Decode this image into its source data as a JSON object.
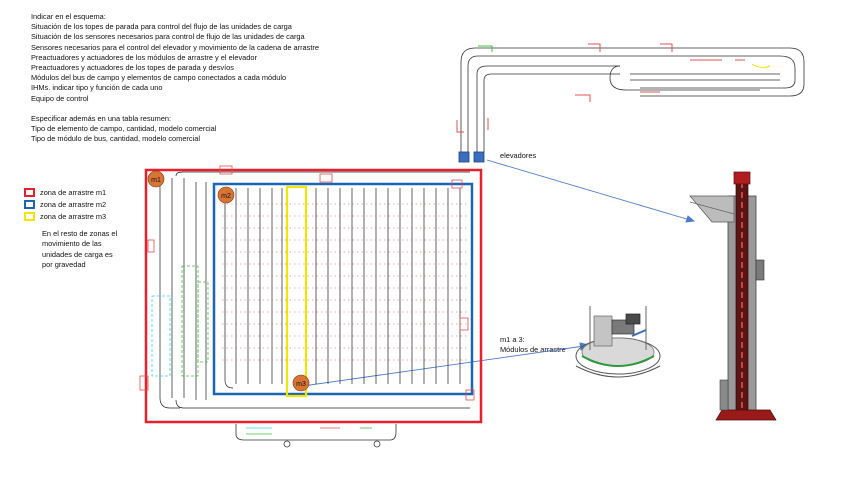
{
  "instructions": [
    "Indicar en el esquema:",
    "Situación de los topes de parada para control del flujo de las unidades de carga",
    "Situación de los sensores necesarios para control de flujo de las unidades de carga",
    "Sensores necesarios para el control del elevador y movimiento de la cadena de arrastre",
    "Preactuadores y actuadores de los módulos de arrastre y el elevador",
    "Preactuadores y actuadores de los topes de parada y desvíos",
    "Módulos del bus de campo y elementos de campo conectados a cada módulo",
    "IHMs. indicar tipo y función de cada uno",
    "Equipo de control"
  ],
  "summary": [
    "Especificar además en una tabla resumen:",
    "Tipo de elemento de campo, cantidad, modelo comercial",
    "Tipo de módulo de bus, cantidad, modelo comercial"
  ],
  "legend": {
    "items": [
      {
        "label": "zona de arrastre m1",
        "color": "#e8202a"
      },
      {
        "label": "zona de arrastre m2",
        "color": "#1c64b4"
      },
      {
        "label": "zona de arrastre m3",
        "color": "#f2e600"
      }
    ],
    "note": "En el resto de zonas el movimiento de las unidades de carga es por gravedad"
  },
  "markers": {
    "m1": "m1",
    "m2": "m2",
    "m3": "m3",
    "color": "#d87434"
  },
  "callouts": {
    "elevators": "elevadores",
    "modules_line1": "m1 a 3:",
    "modules_line2": "Módulos de arrastre"
  },
  "colors": {
    "arrow": "#4a7bc8",
    "track": "#333333",
    "accent_red": "#e05050",
    "accent_green": "#40c040",
    "accent_cyan": "#30d8e0",
    "tower": "#8a1a1a"
  }
}
